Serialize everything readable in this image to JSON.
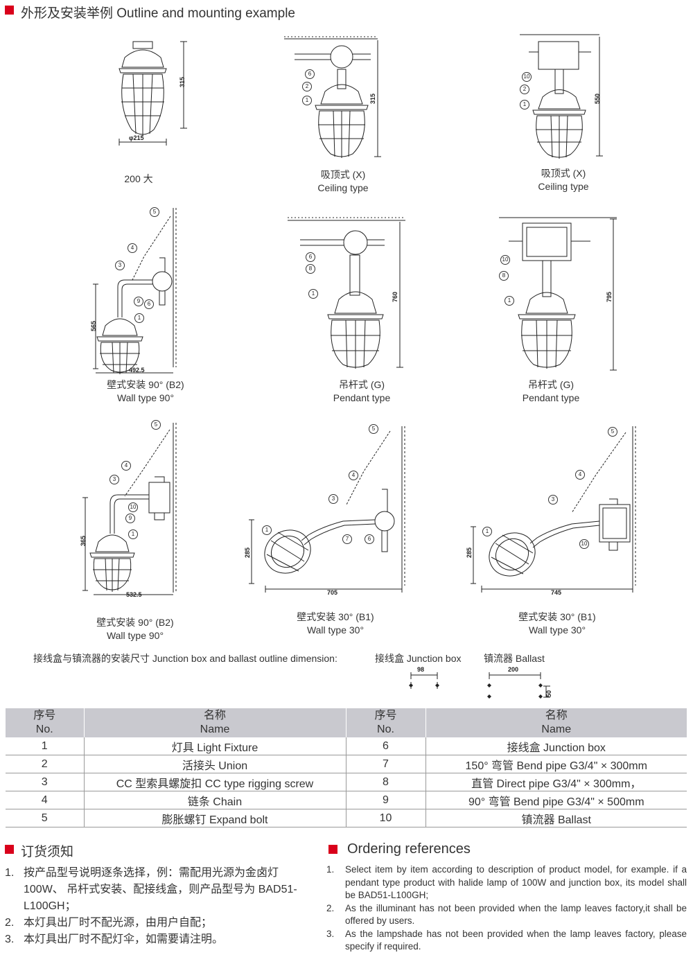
{
  "outline": {
    "title": "外形及安装举例 Outline and mounting example",
    "figures": [
      {
        "cn": "200 大",
        "en": ""
      },
      {
        "cn": "吸顶式 (X)",
        "en": "Ceiling type"
      },
      {
        "cn": "吸顶式 (X)",
        "en": "Ceiling type"
      },
      {
        "cn": "壁式安装 90°  (B2)",
        "en": "Wall type 90°"
      },
      {
        "cn": "吊杆式 (G)",
        "en": "Pendant type"
      },
      {
        "cn": "吊杆式 (G)",
        "en": "Pendant type"
      },
      {
        "cn": "壁式安装 90°  (B2)",
        "en": "Wall type 90°"
      },
      {
        "cn": "壁式安装 30°  (B1)",
        "en": "Wall type 30°"
      },
      {
        "cn": "壁式安装 30°  (B1)",
        "en": "Wall type 30°"
      }
    ],
    "dims": {
      "f1_height": "315",
      "f1_dia": "φ215",
      "f2_height": "315",
      "f3_height": "550",
      "f4_height": "565",
      "f4_width": "492.5",
      "f5_height": "760",
      "f6_height": "795",
      "f7_height": "365",
      "f7_width": "532.5",
      "f8_height": "285",
      "f8_width": "705",
      "f9_height": "285",
      "f9_width": "745"
    },
    "callouts": {
      "c1": "1",
      "c2": "2",
      "c3": "3",
      "c4": "4",
      "c5": "5",
      "c6": "6",
      "c7": "7",
      "c8": "8",
      "c9": "9",
      "c10": "10"
    }
  },
  "junction": {
    "label": "接线盒与镇流器的安装尺寸 Junction box and ballast outline dimension:",
    "box_label": "接线盒 Junction box",
    "box_dim": "98",
    "ballast_label": "镇流器 Ballast",
    "ballast_w": "200",
    "ballast_h": "50"
  },
  "parts_table": {
    "headers": {
      "no_cn": "序号",
      "no_en": "No.",
      "name_cn": "名称",
      "name_en": "Name"
    },
    "rows": [
      {
        "no1": "1",
        "name1": "灯具 Light Fixture",
        "no2": "6",
        "name2": "接线盒 Junction box"
      },
      {
        "no1": "2",
        "name1": "活接头 Union",
        "no2": "7",
        "name2": "150°  弯管 Bend pipe G3/4\"  ×  300mm"
      },
      {
        "no1": "3",
        "name1": "CC 型索具螺旋扣 CC type rigging screw",
        "no2": "8",
        "name2": "直管 Direct pipe G3/4\"  ×  300mm，"
      },
      {
        "no1": "4",
        "name1": "链条 Chain",
        "no2": "9",
        "name2": "90°  弯管 Bend pipe G3/4\"  ×  500mm"
      },
      {
        "no1": "5",
        "name1": "膨胀螺钉 Expand bolt",
        "no2": "10",
        "name2": "镇流器 Ballast"
      }
    ]
  },
  "ordering_cn": {
    "title": "订货须知",
    "items": [
      {
        "num": "1.",
        "text": "按产品型号说明逐条选择，例：需配用光源为金卤灯 100W、 吊杆式安装、配接线盒，则产品型号为 BAD51-L100GH；"
      },
      {
        "num": "2.",
        "text": "本灯具出厂时不配光源，由用户自配；"
      },
      {
        "num": "3.",
        "text": "本灯具出厂时不配灯伞，如需要请注明。"
      }
    ]
  },
  "ordering_en": {
    "title": "Ordering references",
    "items": [
      {
        "num": "1.",
        "text": "Select item by item according to description of product model, for example. if a pendant type product with halide lamp of 100W and junction box, its model shall be BAD51-L100GH;"
      },
      {
        "num": "2.",
        "text": "As the illuminant has not been provided when the lamp leaves factory,it shall be offered by users."
      },
      {
        "num": "3.",
        "text": "As the lampshade has not been provided when the lamp leaves factory, please specify if required."
      }
    ]
  },
  "colors": {
    "accent": "#d9001b",
    "table_header": "#c9c9cf",
    "text": "#333333",
    "line": "#222222"
  }
}
